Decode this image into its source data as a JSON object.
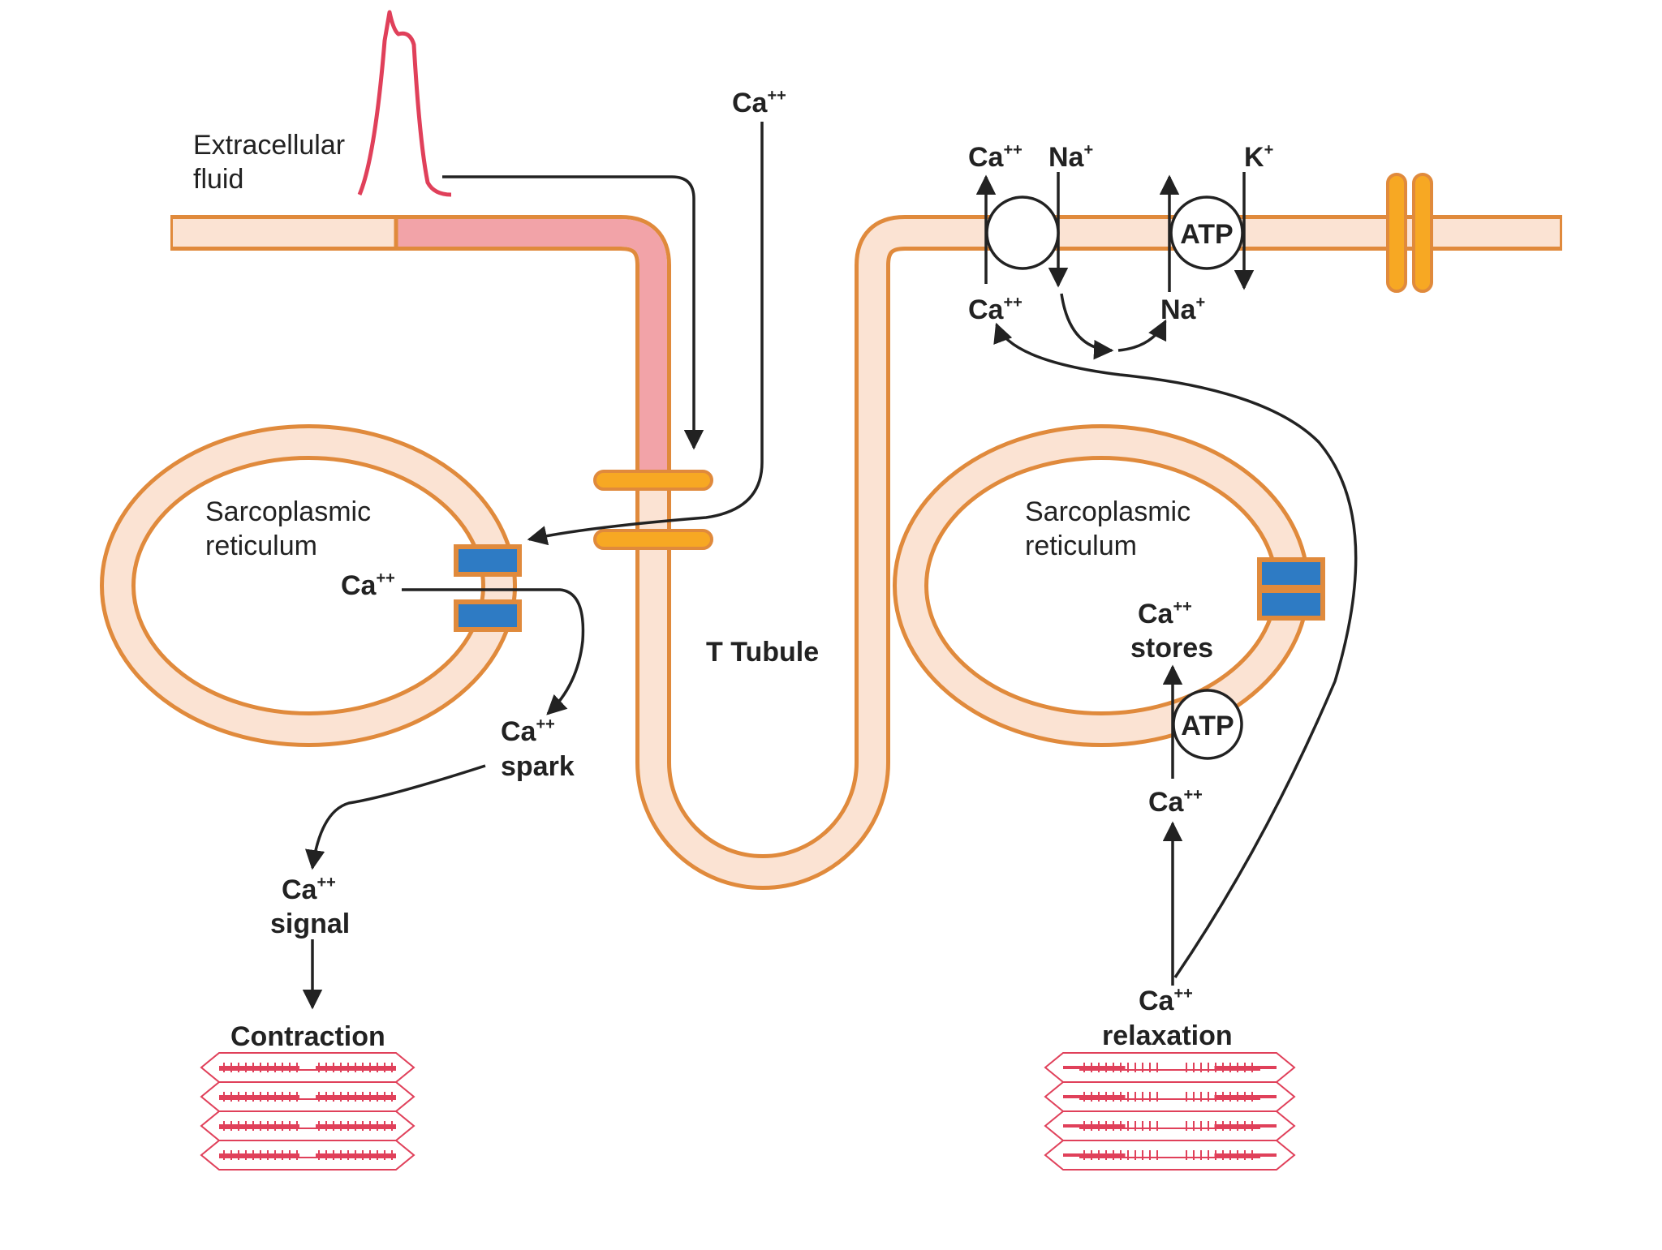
{
  "colors": {
    "membrane_outline": "#E08A3C",
    "membrane_fill": "#FBE3D3",
    "depolarized_fill": "#F2A3A8",
    "channel_orange": "#F7A823",
    "channel_blue": "#2E7BC4",
    "action_potential": "#E0405A",
    "myofilament": "#E0405A",
    "arrow": "#222222"
  },
  "icons": {
    "action_potential": "action-potential-waveform",
    "exchanger": "ncx-exchanger-circle",
    "pump": "atp-pump-circle",
    "channel": "l-type-channel",
    "ryr": "ryanodine-receptor",
    "gap_junction": "intercalated-disc",
    "sarcomere": "sarcomere-myofilaments"
  },
  "labels": {
    "extracellular_line1": "Extracellular",
    "extracellular_line2": "fluid",
    "ca_top": "Ca",
    "ca_top_sup": "++",
    "sr_left_line1": "Sarcoplasmic",
    "sr_left_line2": "reticulum",
    "ca_sr_left": "Ca",
    "ca_sr_left_sup": "++",
    "ca_spark_ca": "Ca",
    "ca_spark_sup": "++",
    "ca_spark_word": "spark",
    "ca_signal_ca": "Ca",
    "ca_signal_sup": "++",
    "ca_signal_word": "signal",
    "contraction": "Contraction",
    "t_tubule": "T Tubule",
    "ncx_ca_out": "Ca",
    "ncx_ca_out_sup": "++",
    "ncx_na_out": "Na",
    "ncx_na_out_sup": "+",
    "k_out": "K",
    "k_out_sup": "+",
    "atp_pump": "ATP",
    "ncx_ca_in": "Ca",
    "ncx_ca_in_sup": "++",
    "na_in": "Na",
    "na_in_sup": "+",
    "sr_right_line1": "Sarcoplasmic",
    "sr_right_line2": "reticulum",
    "ca_stores_ca": "Ca",
    "ca_stores_sup": "++",
    "ca_stores_word": "stores",
    "atp_serca": "ATP",
    "ca_serca_in": "Ca",
    "ca_serca_in_sup": "++",
    "relaxation_ca": "Ca",
    "relaxation_sup": "++",
    "relaxation_word": "relaxation"
  }
}
